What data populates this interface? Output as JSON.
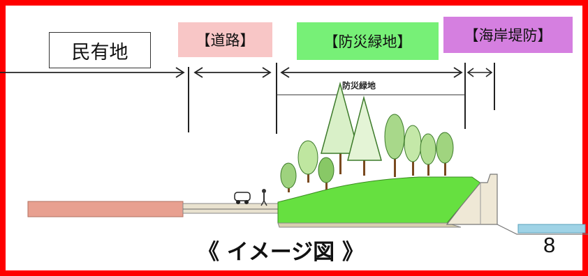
{
  "labels": {
    "private_land": "民有地",
    "road": "【道路】",
    "disaster_green": "【防災緑地】",
    "seawall": "【海岸堤防】"
  },
  "sub_label": "防災緑地",
  "caption": "《 イメージ図 》",
  "page_number": "8",
  "colors": {
    "frame": "#ff0000",
    "road_label_bg": "#f8c6c6",
    "green_label_bg": "#77f077",
    "seawall_label_bg": "#d57fe0",
    "grass": "#66e040",
    "private_ground": "#e8a090",
    "water": "#9fd3e6"
  },
  "icons": [
    "tree-icon",
    "car-icon",
    "person-icon"
  ]
}
